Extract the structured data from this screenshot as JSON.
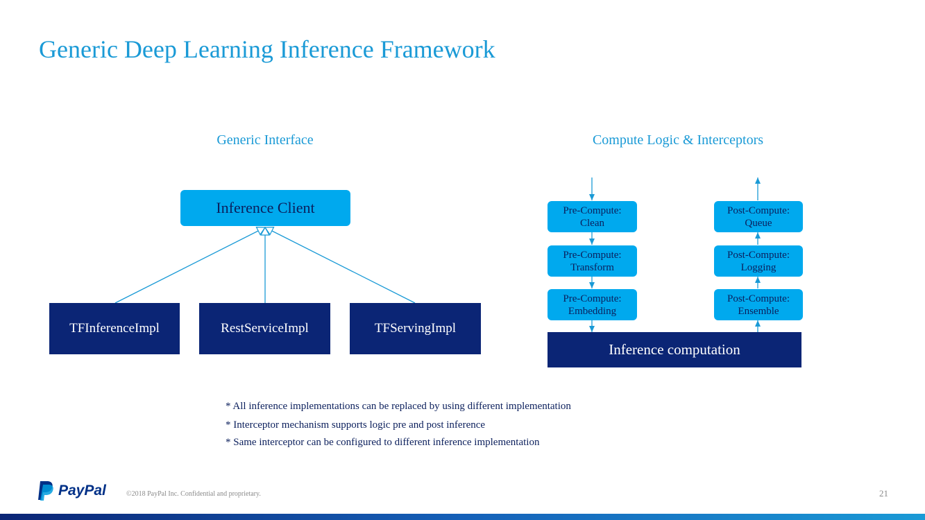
{
  "title": "Generic Deep Learning Inference Framework",
  "left_section": {
    "heading": "Generic Interface",
    "client": "Inference Client",
    "impls": [
      "TFInferenceImpl",
      "RestServiceImpl",
      "TFServingImpl"
    ]
  },
  "right_section": {
    "heading": "Compute Logic & Interceptors",
    "pre": [
      {
        "line1": "Pre-Compute:",
        "line2": "Clean"
      },
      {
        "line1": "Pre-Compute:",
        "line2": "Transform"
      },
      {
        "line1": "Pre-Compute:",
        "line2": "Embedding"
      }
    ],
    "post": [
      {
        "line1": "Post-Compute:",
        "line2": "Queue"
      },
      {
        "line1": "Post-Compute:",
        "line2": "Logging"
      },
      {
        "line1": "Post-Compute:",
        "line2": "Ensemble"
      }
    ],
    "computation": "Inference computation"
  },
  "notes": [
    "* All inference implementations can be replaced by using different implementation",
    "* Interceptor mechanism supports logic pre and post inference",
    "* Same interceptor can be configured to different inference implementation"
  ],
  "footer": {
    "logo_text": "PayPal",
    "copyright": "©2018 PayPal Inc. Confidential and proprietary.",
    "page_number": "21"
  },
  "colors": {
    "accent": "#1a9ad6",
    "light_box": "#00a9ee",
    "dark_box": "#0b2575",
    "text_dark": "#0b1f5c"
  }
}
